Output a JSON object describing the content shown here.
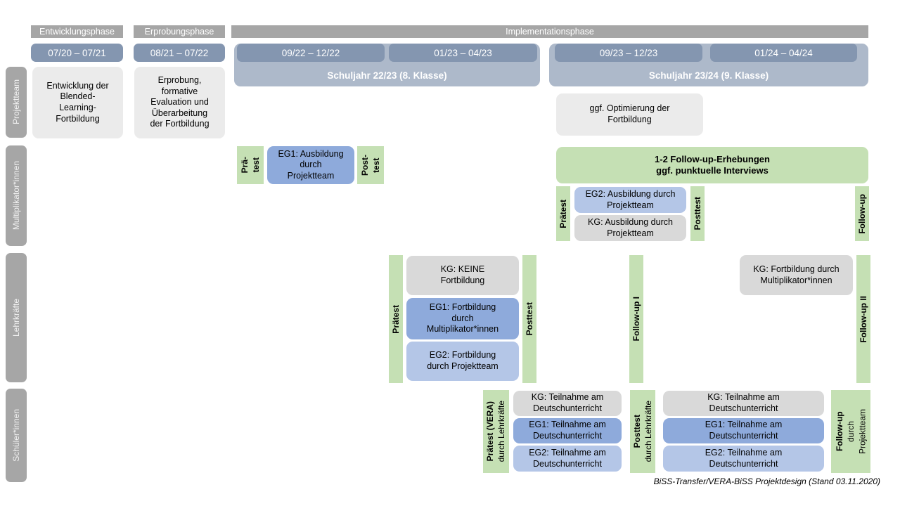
{
  "colors": {
    "phase_bar": "#a6a6a6",
    "date_pill": "#8496b0",
    "schuljahr_band": "#adb9ca",
    "row_label": "#a6a6a6",
    "box_light_gray": "#ebebeb",
    "box_kg_gray": "#d9d9d9",
    "box_eg1_blue": "#8eaadb",
    "box_eg2_light_blue": "#b4c6e7",
    "green": "#c5e0b4"
  },
  "phases": {
    "p1": "Entwicklungsphase",
    "p2": "Erprobungsphase",
    "p3": "Implementationsphase"
  },
  "dates": {
    "d1": "07/20 – 07/21",
    "d2": "08/21 – 07/22",
    "d3": "09/22 – 12/22",
    "d4": "01/23 – 04/23",
    "d5": "09/23 – 12/23",
    "d6": "01/24 – 04/24"
  },
  "schuljahre": {
    "sj1": "Schuljahr 22/23 (8. Klasse)",
    "sj2": "Schuljahr 23/24 (9. Klasse)"
  },
  "rows": {
    "r1": "Projektteam",
    "r2": "Multiplikator*innen",
    "r3": "Lehrkräfte",
    "r4": "Schüler*innen"
  },
  "projektteam": {
    "entwicklung": "Entwicklung der\nBlended-\nLearning-\nFortbildung",
    "erprobung": "Erprobung,\nformative\nEvaluation und\nÜberarbeitung\nder Fortbildung",
    "optimierung": "ggf. Optimierung der\nFortbildung"
  },
  "multiplikatoren": {
    "praetest1_l1": "Prä-",
    "praetest1_l2": "test",
    "eg1": "EG1: Ausbildung\ndurch\nProjektteam",
    "posttest1_l1": "Post-",
    "posttest1_l2": "test",
    "followup_box": "1-2 Follow-up-Erhebungen\nggf. punktuelle Interviews",
    "praetest2": "Prätest",
    "eg2": "EG2: Ausbildung durch\nProjektteam",
    "kg": "KG: Ausbildung durch\nProjektteam",
    "posttest2": "Posttest",
    "followup": "Follow-up"
  },
  "lehrkraefte": {
    "praetest": "Prätest",
    "kg1": "KG: KEINE\nFortbildung",
    "eg1": "EG1: Fortbildung\ndurch\nMultiplikator*innen",
    "eg2": "EG2: Fortbildung\ndurch Projektteam",
    "posttest": "Posttest",
    "followup1": "Follow-up I",
    "kg2": "KG: Fortbildung durch\nMultiplikator*innen",
    "followup2": "Follow-up II"
  },
  "schueler": {
    "praetest_bold": "Prätest (VERA)",
    "praetest_sub": "durch Lehrkräfte",
    "kg1": "KG: Teilnahme am\nDeutschunterricht",
    "eg1a": "EG1: Teilnahme am\nDeutschunterricht",
    "eg2a": "EG2: Teilnahme am\nDeutschunterricht",
    "posttest_bold": "Posttest",
    "posttest_sub": "durch Lehrkräfte",
    "kg2": "KG: Teilnahme am\nDeutschunterricht",
    "eg1b": "EG1: Teilnahme am\nDeutschunterricht",
    "eg2b": "EG2: Teilnahme am\nDeutschunterricht",
    "followup_bold": "Follow-up",
    "followup_l2": "durch",
    "followup_l3": "Projektteam"
  },
  "caption": "BiSS-Transfer/VERA-BiSS Projektdesign (Stand 03.11.2020)"
}
